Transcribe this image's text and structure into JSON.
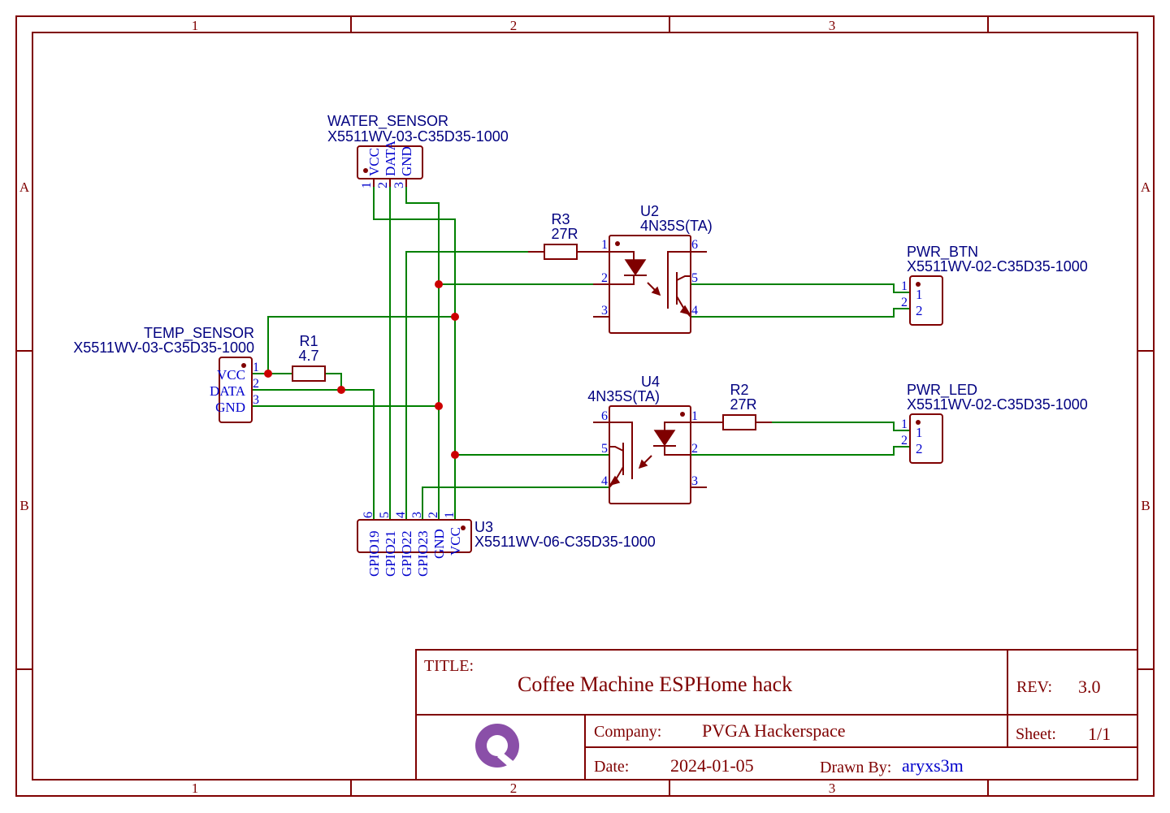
{
  "frame": {
    "col_labels": [
      "1",
      "2",
      "3"
    ],
    "row_labels": [
      "A",
      "B"
    ]
  },
  "components": {
    "water_sensor": {
      "designator": "WATER_SENSOR",
      "part": "X5511WV-03-C35D35-1000",
      "pins": [
        {
          "num": "1",
          "name": "VCC"
        },
        {
          "num": "2",
          "name": "DATA"
        },
        {
          "num": "3",
          "name": "GND"
        }
      ]
    },
    "temp_sensor": {
      "designator": "TEMP_SENSOR",
      "part": "X5511WV-03-C35D35-1000",
      "pins": [
        {
          "num": "1",
          "name": "VCC"
        },
        {
          "num": "2",
          "name": "DATA"
        },
        {
          "num": "3",
          "name": "GND"
        }
      ]
    },
    "r1": {
      "designator": "R1",
      "value": "4.7"
    },
    "r2": {
      "designator": "R2",
      "value": "27R"
    },
    "r3": {
      "designator": "R3",
      "value": "27R"
    },
    "u2": {
      "designator": "U2",
      "part": "4N35S(TA)",
      "pins": [
        "1",
        "2",
        "3",
        "4",
        "5",
        "6"
      ]
    },
    "u4": {
      "designator": "U4",
      "part": "4N35S(TA)",
      "pins": [
        "1",
        "2",
        "3",
        "4",
        "5",
        "6"
      ]
    },
    "pwr_btn": {
      "designator": "PWR_BTN",
      "part": "X5511WV-02-C35D35-1000",
      "pins": [
        "1",
        "2"
      ]
    },
    "pwr_led": {
      "designator": "PWR_LED",
      "part": "X5511WV-02-C35D35-1000",
      "pins": [
        "1",
        "2"
      ]
    },
    "u3": {
      "designator": "U3",
      "part": "X5511WV-06-C35D35-1000",
      "pins": [
        {
          "num": "6",
          "name": "GPIO19"
        },
        {
          "num": "5",
          "name": "GPIO21"
        },
        {
          "num": "4",
          "name": "GPIO22"
        },
        {
          "num": "3",
          "name": "GPIO23"
        },
        {
          "num": "2",
          "name": "GND"
        },
        {
          "num": "1",
          "name": "VCC"
        }
      ]
    }
  },
  "title_block": {
    "title_label": "TITLE:",
    "title": "Coffee Machine ESPHome hack",
    "rev_label": "REV:",
    "rev": "3.0",
    "company_label": "Company:",
    "company": "PVGA Hackerspace",
    "sheet_label": "Sheet:",
    "sheet": "1/1",
    "date_label": "Date:",
    "date": "2024-01-05",
    "drawn_by_label": "Drawn By:",
    "drawn_by": "aryxs3m",
    "logo": {
      "icon": "q-logo-icon",
      "color": "#8a4fa8"
    }
  },
  "colors": {
    "frame": "#7f0000",
    "wire": "#008000",
    "junction": "#cc0000",
    "text": "#000080",
    "pin_text": "#0000cc"
  }
}
